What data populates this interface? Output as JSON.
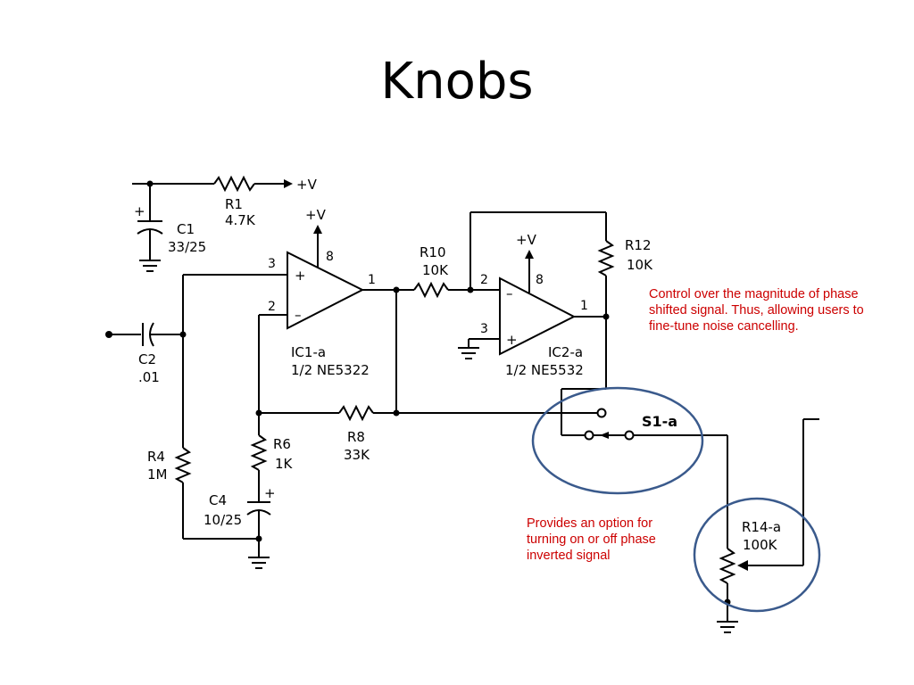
{
  "slide": {
    "title": "Knobs"
  },
  "annotations": {
    "magnitude_note": "Control over the magnitude of phase shifted signal. Thus, allowing users to fine-tune noise cancelling.",
    "switch_note": "Provides an option for turning on or off phase inverted signal",
    "note_color": "#cc0000",
    "highlight_color": "#3a5a8c"
  },
  "schematic": {
    "supply_r1": "+V",
    "supply_ic1": "+V",
    "supply_ic2": "+V",
    "r1": {
      "name": "R1",
      "value": "4.7K"
    },
    "c1": {
      "name": "C1",
      "value": "33/25",
      "polarity": "+"
    },
    "c2": {
      "name": "C2",
      "value": ".01"
    },
    "r4": {
      "name": "R4",
      "value": "1M"
    },
    "r6": {
      "name": "R6",
      "value": "1K"
    },
    "c4": {
      "name": "C4",
      "value": "10/25",
      "polarity": "+"
    },
    "r8": {
      "name": "R8",
      "value": "33K"
    },
    "r10": {
      "name": "R10",
      "value": "10K"
    },
    "r12": {
      "name": "R12",
      "value": "10K"
    },
    "ic1": {
      "name": "IC1-a",
      "part": "1/2 NE5322",
      "pin_plus": "3",
      "pin_minus": "2",
      "pin_out": "1",
      "pin_pwr": "8",
      "plus_sign": "+",
      "minus_sign": "–"
    },
    "ic2": {
      "name": "IC2-a",
      "part": "1/2 NE5532",
      "pin_plus": "3",
      "pin_minus": "2",
      "pin_out": "1",
      "pin_pwr": "8",
      "plus_sign": "+",
      "minus_sign": "–"
    },
    "s1": {
      "name": "S1-a"
    },
    "r14": {
      "name": "R14-a",
      "value": "100K"
    }
  }
}
